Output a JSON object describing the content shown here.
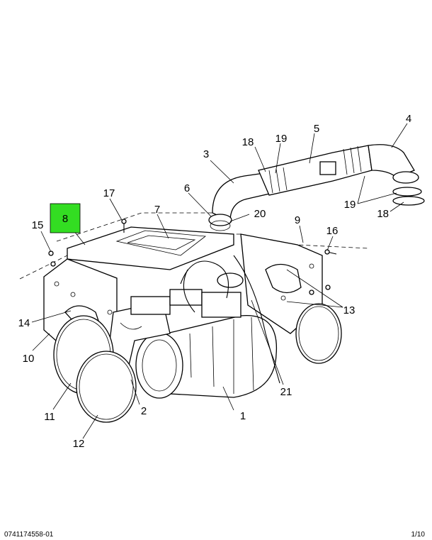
{
  "diagram": {
    "highlight_color": "#33dd22",
    "highlighted_label": "8",
    "callouts": [
      {
        "id": "1",
        "text": "1"
      },
      {
        "id": "2",
        "text": "2"
      },
      {
        "id": "3",
        "text": "3"
      },
      {
        "id": "4",
        "text": "4"
      },
      {
        "id": "5",
        "text": "5"
      },
      {
        "id": "6",
        "text": "6"
      },
      {
        "id": "7",
        "text": "7"
      },
      {
        "id": "9",
        "text": "9"
      },
      {
        "id": "10",
        "text": "10"
      },
      {
        "id": "11",
        "text": "11"
      },
      {
        "id": "12",
        "text": "12"
      },
      {
        "id": "13",
        "text": "13"
      },
      {
        "id": "14",
        "text": "14"
      },
      {
        "id": "15",
        "text": "15"
      },
      {
        "id": "16",
        "text": "16"
      },
      {
        "id": "17",
        "text": "17"
      },
      {
        "id": "18a",
        "text": "18"
      },
      {
        "id": "18b",
        "text": "18"
      },
      {
        "id": "19a",
        "text": "19"
      },
      {
        "id": "19b",
        "text": "19"
      },
      {
        "id": "20",
        "text": "20"
      },
      {
        "id": "21",
        "text": "21"
      }
    ]
  },
  "footer": {
    "left": "0741174558-01",
    "right": "1/10"
  }
}
